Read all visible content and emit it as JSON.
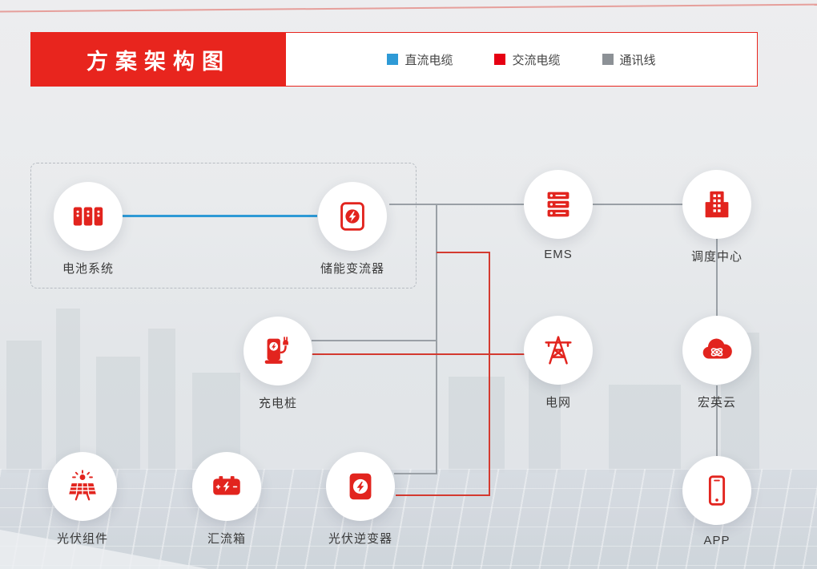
{
  "header": {
    "title": "方案架构图"
  },
  "legend": {
    "items": [
      {
        "label": "直流电缆",
        "color": "#2e9ad6"
      },
      {
        "label": "交流电缆",
        "color": "#e60012"
      },
      {
        "label": "通讯线",
        "color": "#8c9196"
      }
    ]
  },
  "nodes": {
    "battery": {
      "label": "电池系统"
    },
    "pcs": {
      "label": "储能变流器"
    },
    "ems": {
      "label": "EMS"
    },
    "dispatch": {
      "label": "调度中心"
    },
    "charger": {
      "label": "充电桩"
    },
    "grid": {
      "label": "电网"
    },
    "cloud": {
      "label": "宏英云"
    },
    "pv": {
      "label": "光伏组件"
    },
    "combiner": {
      "label": "汇流箱"
    },
    "inverter": {
      "label": "光伏逆变器"
    },
    "app": {
      "label": "APP"
    }
  },
  "colors": {
    "brand_red": "#e8251e",
    "icon_red": "#e2241e",
    "dc_blue": "#2e9ad6",
    "ac_red": "#d43a30",
    "comm_gray": "#9aa0a6"
  }
}
